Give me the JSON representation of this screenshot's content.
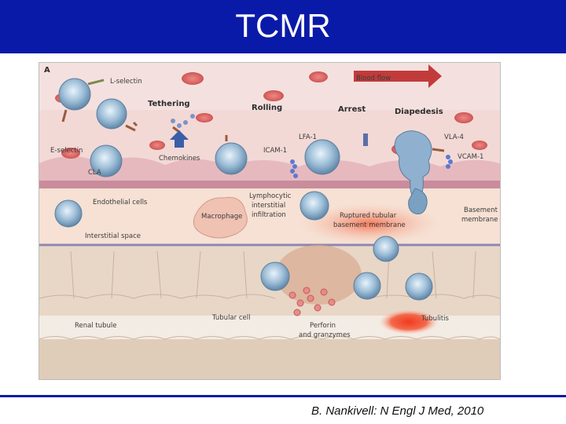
{
  "title": "TCMR",
  "citation": "B. Nankivell: N Engl J Med, 2010",
  "figure": {
    "panel_letter": "A",
    "labels": {
      "l_selectin": "L-selectin",
      "blood_flow": "Blood flow",
      "tethering": "Tethering",
      "rolling": "Rolling",
      "arrest": "Arrest",
      "diapedesis": "Diapedesis",
      "lfa1": "LFA-1",
      "vla4": "VLA-4",
      "icam1": "ICAM-1",
      "vcam1": "VCAM-1",
      "e_selectin": "E-selectin",
      "chemokines": "Chemokines",
      "cla": "CLA",
      "endothelial_cells": "Endothelial cells",
      "lymphocytic_line1": "Lymphocytic",
      "lymphocytic_line2": "interstitial",
      "lymphocytic_line3": "infiltration",
      "macrophage": "Macrophage",
      "ruptured_line1": "Ruptured tubular",
      "ruptured_line2": "basement membrane",
      "basement_line1": "Basement",
      "basement_line2": "membrane",
      "interstitial_space": "Interstitial space",
      "renal_tubule": "Renal tubule",
      "tubular_cell": "Tubular cell",
      "perforin_line1": "Perforin",
      "perforin_line2": "and granzymes",
      "tubulitis": "Tubulitis"
    }
  }
}
